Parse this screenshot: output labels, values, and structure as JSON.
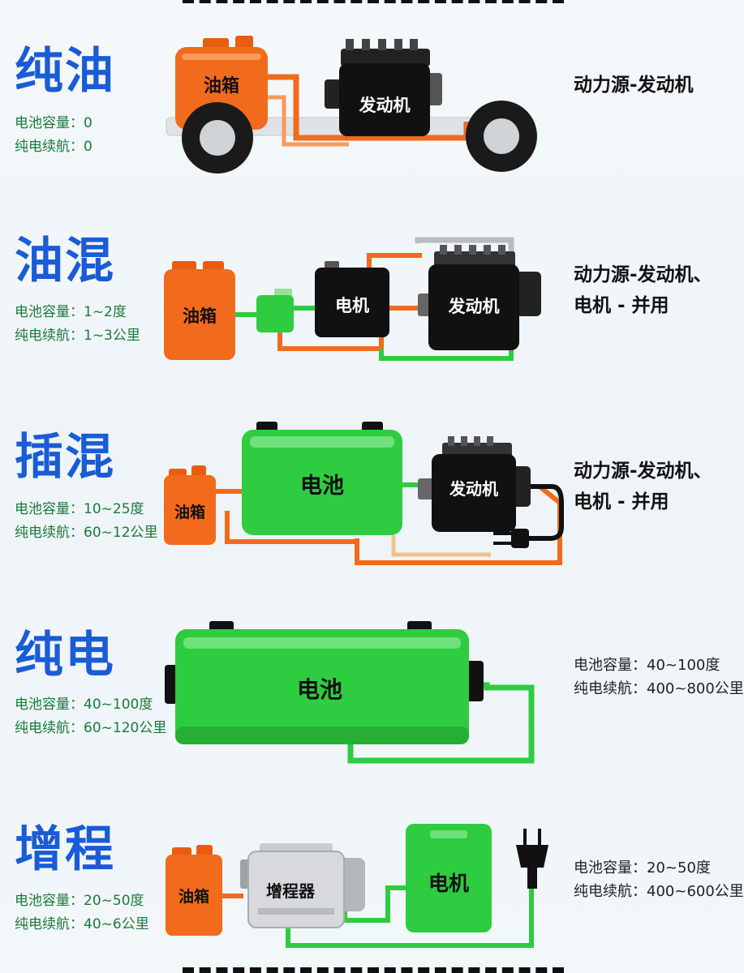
{
  "sections": [
    {
      "title": "纯油",
      "specs": [
        "电池容量：0",
        "纯电续航：0"
      ],
      "power": [
        "动力源-发动机"
      ],
      "parts": {
        "tank": "油箱",
        "engine": "发动机"
      }
    },
    {
      "title": "油混",
      "specs": [
        "电池容量：1~2度",
        "纯电续航：1~3公里"
      ],
      "power": [
        "动力源-发动机、",
        "电机 - 并用"
      ],
      "parts": {
        "tank": "油箱",
        "motor": "电机",
        "engine": "发动机"
      }
    },
    {
      "title": "插混",
      "specs": [
        "电池容量：10~25度",
        "纯电续航：60~12公里"
      ],
      "power": [
        "动力源-发动机、",
        "电机 - 并用"
      ],
      "parts": {
        "tank": "油箱",
        "battery": "电池",
        "engine": "发动机"
      }
    },
    {
      "title": "纯电",
      "specs": [
        "电池容量：40~100度",
        "纯电续航：60~120公里"
      ],
      "right_specs": [
        "电池容量：40~100度",
        "纯电续航：400~800公里"
      ],
      "parts": {
        "battery": "电池"
      }
    },
    {
      "title": "增程",
      "specs": [
        "电池容量：20~50度",
        "纯电续航：40~6公里"
      ],
      "right_specs": [
        "电池容量：20~50度",
        "纯电续航：400~600公里"
      ],
      "parts": {
        "tank": "油箱",
        "extender": "增程器",
        "motor": "电机"
      }
    }
  ],
  "colors": {
    "heading": "#1a5cd6",
    "spec_text": "#1b7a3a",
    "orange": "#f26a1b",
    "green": "#2ecc40",
    "black": "#111111"
  }
}
